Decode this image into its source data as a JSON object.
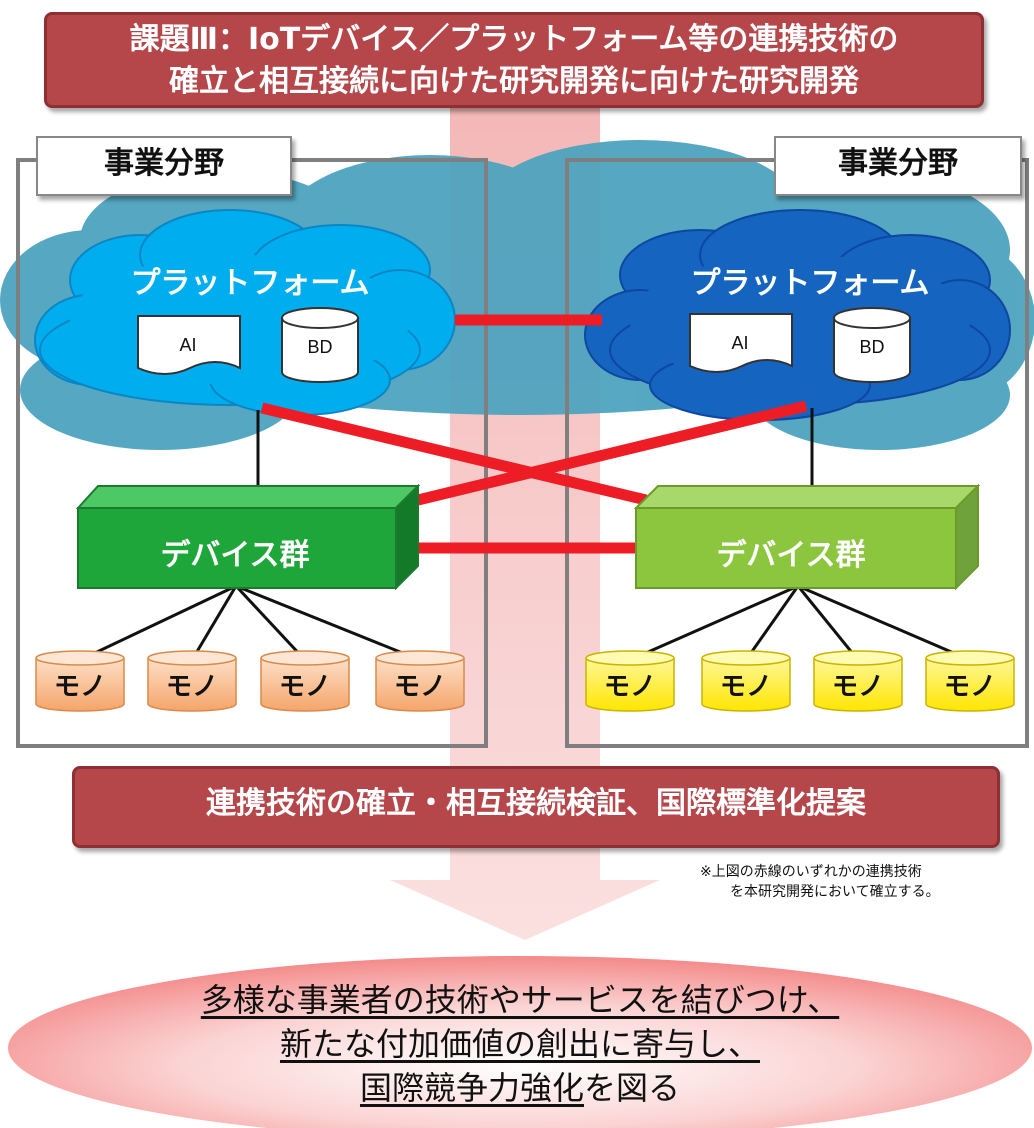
{
  "top_banner": {
    "line1": "課題Ⅲ：IoTデバイス／プラットフォーム等の連携技術の",
    "line2": "確立と相互接続に向けた研究開発に向けた研究開発"
  },
  "field_label": "事業分野",
  "platform": {
    "title": "プラットフォーム",
    "ai": "AI",
    "bd": "BD"
  },
  "device_group": "デバイス群",
  "thing_label": "モノ",
  "middle_banner": "連携技術の確立・相互接続検証、国際標準化提案",
  "footnote": {
    "line1": "※上図の赤線のいずれかの連携技術",
    "line2": "を本研究開発において確立する。"
  },
  "goal": {
    "line1": "多様な事業者の技術やサービスを結びつけ、",
    "line2": "新たな付加価値の創出に寄与し、",
    "line3_underlined": "国際競争力強化",
    "line3_rest": "を図る"
  },
  "colors": {
    "banner": "#b5474b",
    "outer_cloud": "#4ea3bf",
    "platform_left": "#00aeef",
    "platform_right": "#1565c0",
    "device_left": "#1ea63a",
    "device_right": "#8cc63f",
    "thing_left": "#f7b98a",
    "thing_right": "#ffee00",
    "link": "#ee1c25",
    "arrow": "#f7c4c4"
  }
}
